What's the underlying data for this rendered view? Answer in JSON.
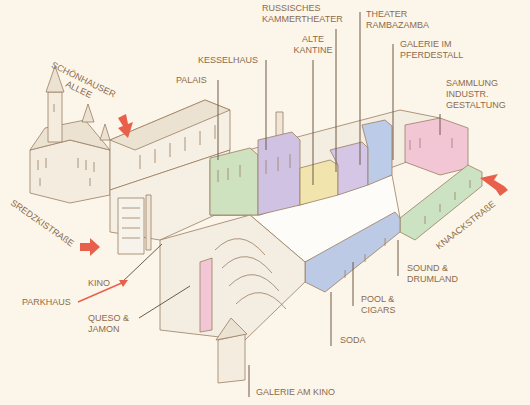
{
  "diagram": {
    "labels": [
      "SCHÖNHAUSER ALLEE",
      "SREDZKISTRAßE",
      "PARKHAUS",
      "KINO",
      "QUESO & JAMON",
      "PALAIS",
      "KESSELHAUS",
      "ALTE KANTINE",
      "RUSSISCHES KAMMERTHEATER",
      "THEATER RAMBAZAMBA",
      "GALERIE IM PFERDESTALL",
      "SAMMLUNG INDUSTR. GESTALTUNG",
      "KNAACKSTRAßE",
      "SOUND & DRUMLAND",
      "POOL & CIGARS",
      "SODA",
      "GALERIE AM KINO"
    ]
  }
}
